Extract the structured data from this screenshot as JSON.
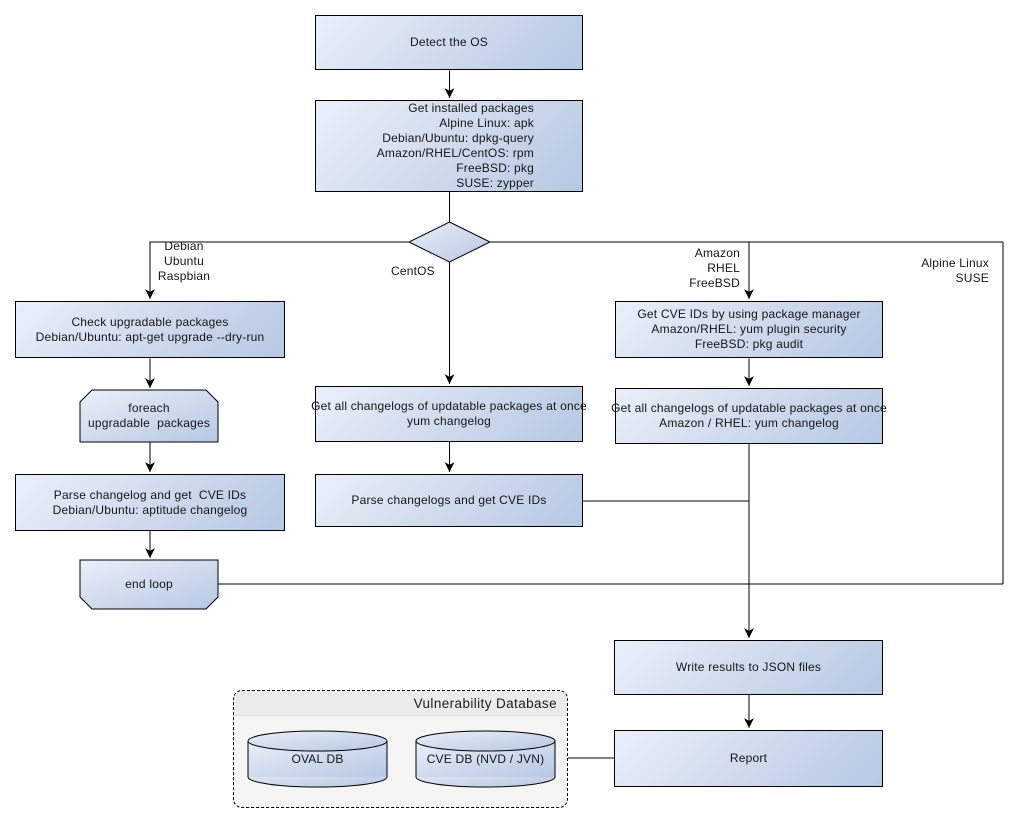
{
  "diagram": {
    "nodes": {
      "detect_os": {
        "label": "Detect the OS"
      },
      "get_installed_packages": {
        "lines": [
          "Get installed packages",
          "Alpine Linux: apk",
          "Debian/Ubuntu: dpkg-query",
          "Amazon/RHEL/CentOS: rpm",
          "FreeBSD: pkg",
          "SUSE: zypper"
        ]
      },
      "check_upgradable": {
        "lines": [
          "Check upgradable packages",
          "Debian/Ubuntu: apt-get upgrade --dry-run"
        ]
      },
      "foreach_loop": {
        "lines": [
          "foreach",
          "upgradable  packages"
        ]
      },
      "parse_changelog_deb": {
        "lines": [
          "Parse changelog and get  CVE IDs",
          "Debian/Ubuntu: aptitude changelog"
        ]
      },
      "end_loop": {
        "label": "end loop"
      },
      "get_changelogs_centos": {
        "lines": [
          "Get all changelogs of updatable packages at once",
          "yum changelog"
        ]
      },
      "parse_changelogs": {
        "label": "Parse changelogs and get CVE IDs"
      },
      "get_cve_ids": {
        "lines": [
          "Get CVE IDs by using package manager",
          "Amazon/RHEL: yum plugin security",
          "FreeBSD: pkg audit"
        ]
      },
      "get_changelogs_amazon": {
        "lines": [
          "Get all changelogs of updatable packages at once",
          "Amazon / RHEL: yum changelog"
        ]
      },
      "write_results": {
        "label": "Write results to JSON files"
      },
      "report": {
        "label": "Report"
      },
      "oval_db": {
        "label": "OVAL DB"
      },
      "cve_db": {
        "label": "CVE DB (NVD / JVN)"
      }
    },
    "group": {
      "title": "Vulnerability Database"
    },
    "branch_labels": {
      "debian": {
        "lines": [
          "Debian",
          "Ubuntu",
          "Raspbian"
        ]
      },
      "centos": {
        "label": "CentOS"
      },
      "amazon": {
        "lines": [
          "Amazon",
          "RHEL",
          "FreeBSD"
        ]
      },
      "alpine": {
        "lines": [
          "Alpine Linux",
          "SUSE"
        ]
      }
    },
    "appearance": {
      "node_gradient_start": "#eaf0fa",
      "node_gradient_end": "#b6c8e4",
      "node_border": "#000000",
      "group_fill": "#f5f5f3",
      "group_header_fill": "#ebebe9",
      "connector_color": "#000000",
      "background": "#ffffff"
    }
  }
}
